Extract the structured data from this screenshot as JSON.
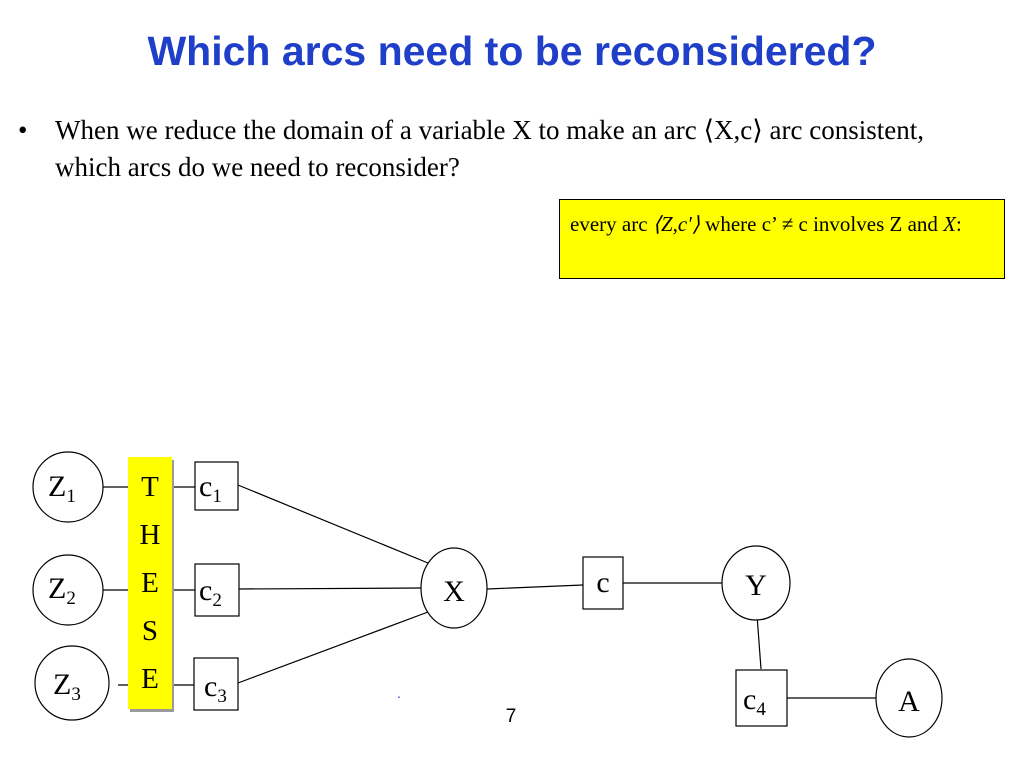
{
  "title": "Which arcs need to be reconsidered?",
  "bullet": {
    "marker": "•",
    "text": "When we reduce the domain of a variable X  to make an arc ⟨X,c⟩ arc consistent, which arcs do we need to reconsider?"
  },
  "note": {
    "prefix": "every arc ",
    "arc": "⟨Z,c'⟩",
    "middle": " where c’ ≠ c involves Z and ",
    "var": "X",
    "suffix": ":"
  },
  "these_letters": [
    "T",
    "H",
    "E",
    "S",
    "E"
  ],
  "diagram": {
    "variables": [
      "Z1",
      "Z2",
      "Z3",
      "X",
      "Y",
      "A"
    ],
    "constraints": [
      "c1",
      "c2",
      "c3",
      "c",
      "c4"
    ],
    "edges": [
      [
        "Z1",
        "c1"
      ],
      [
        "Z2",
        "c2"
      ],
      [
        "Z3",
        "c3"
      ],
      [
        "c1",
        "X"
      ],
      [
        "c2",
        "X"
      ],
      [
        "c3",
        "X"
      ],
      [
        "X",
        "c"
      ],
      [
        "c",
        "Y"
      ],
      [
        "Y",
        "c4"
      ],
      [
        "c4",
        "A"
      ]
    ],
    "labels": {
      "Z1": {
        "base": "Z",
        "sub": "1"
      },
      "Z2": {
        "base": "Z",
        "sub": "2"
      },
      "Z3": {
        "base": "Z",
        "sub": "3"
      },
      "X": {
        "base": "X",
        "sub": ""
      },
      "Y": {
        "base": "Y",
        "sub": ""
      },
      "A": {
        "base": "A",
        "sub": ""
      },
      "c1": {
        "base": "c",
        "sub": "1"
      },
      "c2": {
        "base": "c",
        "sub": "2"
      },
      "c3": {
        "base": "c",
        "sub": "3"
      },
      "c": {
        "base": "c",
        "sub": ""
      },
      "c4": {
        "base": "c",
        "sub": "4"
      }
    }
  },
  "dot": ".",
  "page_number": "7"
}
